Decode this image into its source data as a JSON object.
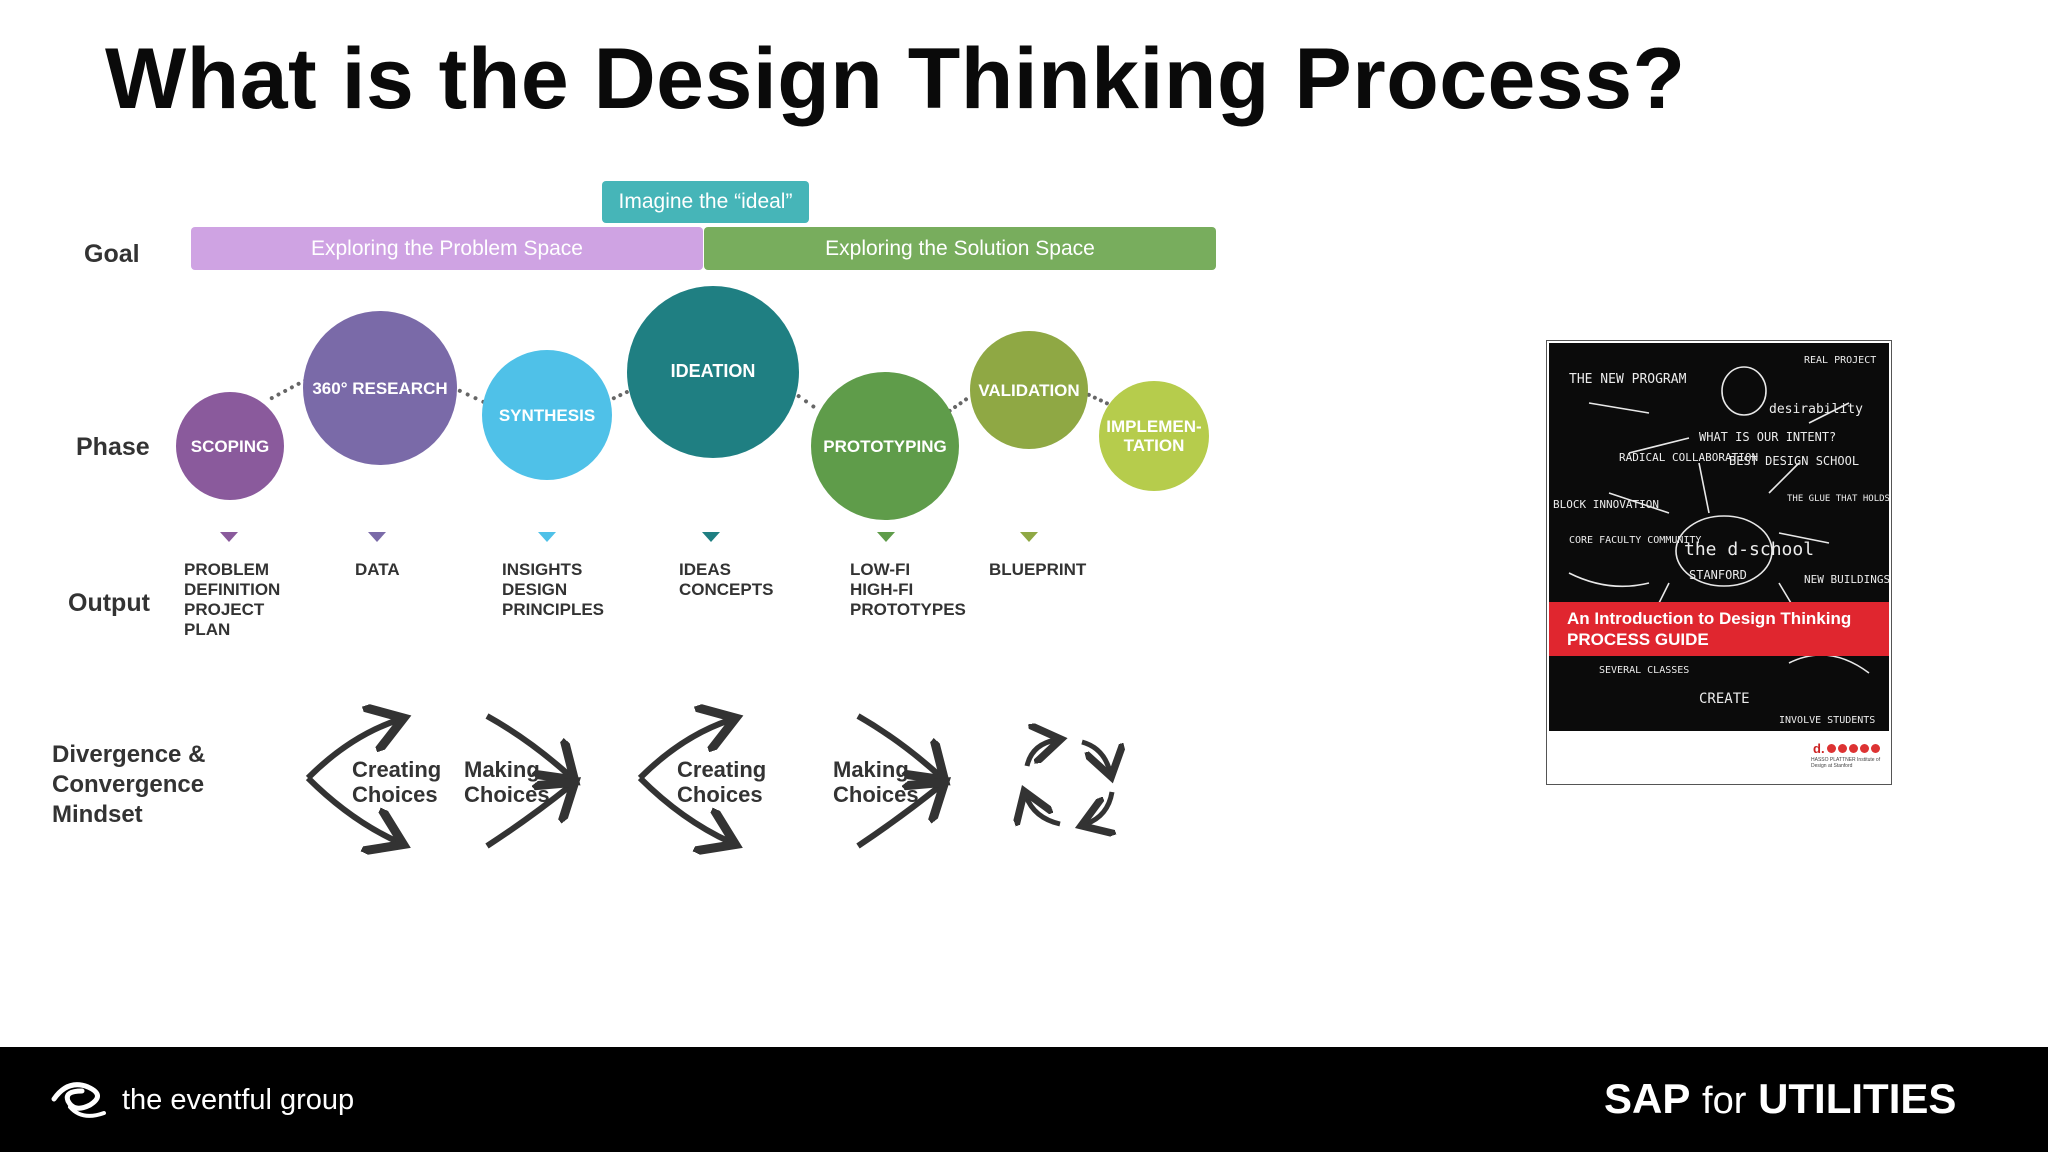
{
  "title": "What is the Design Thinking Process?",
  "rows": {
    "goal": "Goal",
    "phase": "Phase",
    "output": "Output",
    "mindset": "Divergence & Convergence Mindset"
  },
  "goal_bars": {
    "imagine": "Imagine the “ideal”",
    "problem": "Exploring the Problem Space",
    "solution": "Exploring the Solution Space"
  },
  "phases": [
    {
      "label": "SCOPING",
      "color": "#8a5a9c"
    },
    {
      "label": "360° RESEARCH",
      "color": "#7a6aa8"
    },
    {
      "label": "SYNTHESIS",
      "color": "#4fc1e8"
    },
    {
      "label": "IDEATION",
      "color": "#1f7f82"
    },
    {
      "label": "PROTOTYPING",
      "color": "#5f9c4a"
    },
    {
      "label": "VALIDATION",
      "color": "#8fa844"
    },
    {
      "label": "IMPLEMEN-\nTATION",
      "color": "#b6cc4c"
    }
  ],
  "outputs": [
    "PROBLEM\nDEFINITION\nPROJECT\nPLAN",
    "DATA",
    "INSIGHTS\nDESIGN\nPRINCIPLES",
    "IDEAS\nCONCEPTS",
    "LOW-FI\nHIGH-FI\nPROTOTYPES",
    "BLUEPRINT"
  ],
  "mindsets": [
    {
      "label": "Creating Choices",
      "line1": "Creating",
      "line2": "Choices"
    },
    {
      "label": "Making Choices",
      "line1": "Making",
      "line2": "Choices"
    },
    {
      "label": "Creating Choices",
      "line1": "Creating",
      "line2": "Choices"
    },
    {
      "label": "Making Choices",
      "line1": "Making",
      "line2": "Choices"
    }
  ],
  "book": {
    "title_line1": "An Introduction to Design Thinking",
    "title_line2": "PROCESS GUIDE",
    "brand": "d.",
    "brand_sub": "HASSO PLATTNER Institute of Design at Stanford",
    "chalk": [
      "THE NEW PROGRAM",
      "desirability",
      "RADICAL COLLABORATION",
      "WHAT IS OUR INTENT?",
      "BEST DESIGN SCHOOL",
      "BLOCK INNOVATION",
      "THE GLUE THAT HOLDS INTERDISCIPLINARY TEAM TOGETHER",
      "CORE FACULTY COMMUNITY",
      "the d-school",
      "STANFORD",
      "NEW BUILDINGS",
      "SEVERAL CLASSES",
      "CREATE",
      "INVOLVE STUDENTS",
      "REAL PROJECT"
    ]
  },
  "footer": {
    "left_logo": "the eventful group",
    "right_logo_sap": "SAP",
    "right_logo_for": "for",
    "right_logo_utilities": "UTILITIES"
  },
  "colors": {
    "problem_bar": "#cfa3e3",
    "solution_bar": "#78ad5d",
    "imagine_bar": "#46b5b8",
    "book_red": "#e0262f",
    "footer_bg": "#000000"
  }
}
